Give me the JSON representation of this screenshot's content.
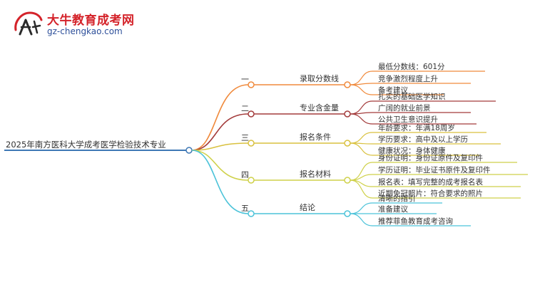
{
  "logo": {
    "brand": "大牛教育成考网",
    "url": "gz-chengkao.com"
  },
  "root": "2025年南方医科大学成考医学检验技术专业",
  "branches": [
    {
      "num": "一",
      "label": "录取分数线",
      "color": "#f08a3c",
      "leaves": [
        "最低分数线：601分",
        "竞争激烈程度上升",
        "备考建议"
      ]
    },
    {
      "num": "二",
      "label": "专业含金量",
      "color": "#a33b3b",
      "leaves": [
        "扎实的基础医学知识",
        "广阔的就业前景",
        "公共卫生意识提升"
      ]
    },
    {
      "num": "三",
      "label": "报名条件",
      "color": "#d9c13f",
      "leaves": [
        "年龄要求：年满18周岁",
        "学历要求：高中及以上学历",
        "健康状况：身体健康"
      ]
    },
    {
      "num": "四",
      "label": "报名材料",
      "color": "#cfd14a",
      "leaves": [
        "身份证明：身份证原件及复印件",
        "学历证明：毕业证书原件及复印件",
        "报名表：填写完整的成考报名表",
        "近期免冠照片：符合要求的照片"
      ]
    },
    {
      "num": "五",
      "label": "结论",
      "color": "#4cc3d9",
      "leaves": [
        "清晰的指引",
        "准备建议",
        "推荐菲鱼教育成考咨询"
      ]
    }
  ],
  "colors": {
    "root_line": "#3f78b5",
    "leaf_orange": "#f08a3c",
    "leaf_dark_red": "#a33b3b",
    "leaf_yellow": "#d9c13f",
    "leaf_yellow_green": "#cfd14a",
    "leaf_cyan": "#4cc3d9",
    "logo_red": "#d4232a",
    "logo_blue": "#2d4f9a"
  }
}
